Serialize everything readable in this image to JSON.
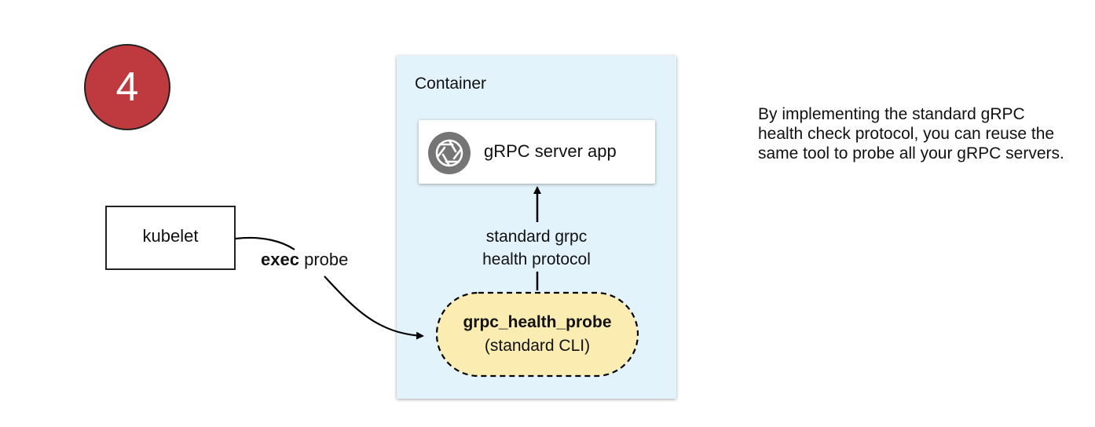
{
  "step": {
    "number": "4",
    "fill_color": "#BF3A3E"
  },
  "kubelet": {
    "label": "kubelet"
  },
  "container": {
    "title": "Container",
    "fill_color": "#E3F3FC"
  },
  "server": {
    "label": "gRPC server app",
    "icon": "aperture-icon",
    "icon_color": "#757575"
  },
  "protocol": {
    "line1": "standard grpc",
    "line2": "health protocol"
  },
  "probe": {
    "name": "grpc_health_probe",
    "subtitle": "(standard CLI)",
    "fill_color": "#FBEDB2"
  },
  "exec_label": {
    "bold": "exec",
    "rest": "probe"
  },
  "description": {
    "text": "By implementing the standard gRPC health check protocol, you can reuse the same tool to probe all your gRPC servers."
  }
}
